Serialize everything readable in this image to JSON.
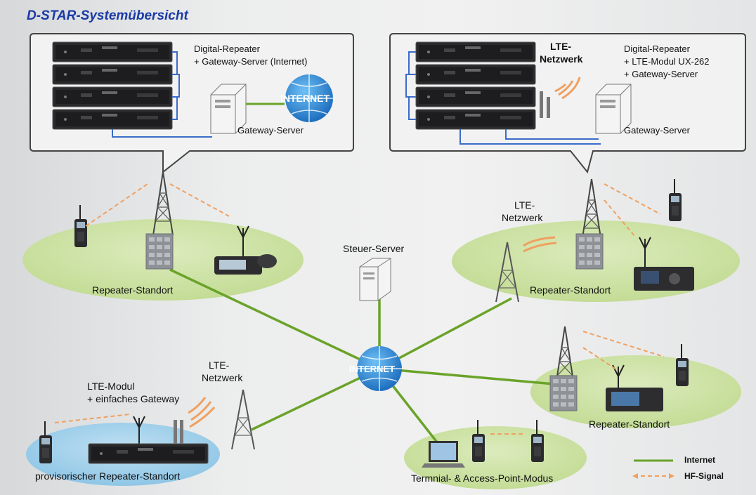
{
  "title": "D-STAR-Systemübersicht",
  "callout_left": {
    "line1": "Digital-Repeater",
    "line2": "+ Gateway-Server (Internet)",
    "gateway_label": "Gateway-Server",
    "internet_label": "INTERNET"
  },
  "callout_right": {
    "lte_line1": "LTE-",
    "lte_line2": "Netzwerk",
    "line1": "Digital-Repeater",
    "line2": "+ LTE-Modul UX-262",
    "line3": "+ Gateway-Server",
    "gateway_label": "Gateway-Server"
  },
  "sites": {
    "top_left": "Repeater-Standort",
    "top_right": "Repeater-Standort",
    "mid_right": "Repeater-Standort",
    "bottom_left": "provisorischer Repeater-Standort",
    "bottom_center": "Termnial- & Access-Point-Modus"
  },
  "lte_right_line1": "LTE-",
  "lte_right_line2": "Netzwerk",
  "lte_bottom_line1": "LTE-",
  "lte_bottom_line2": "Netzwerk",
  "lte_modul_line1": "LTE-Modul",
  "lte_modul_line2": "+ einfaches Gateway",
  "control_server": "Steuer-Server",
  "internet_center": "INTERNET",
  "legend": {
    "internet": "Internet",
    "hf": "HF-Signal"
  },
  "colors": {
    "title": "#1a3aa6",
    "internet_line": "#6aa329",
    "hf_line": "#f0a060",
    "ellipse_green": "#cfe3a8",
    "ellipse_blue": "#a9d2ea",
    "globe": "#2f8fd8",
    "cable": "#3a6cc9"
  }
}
